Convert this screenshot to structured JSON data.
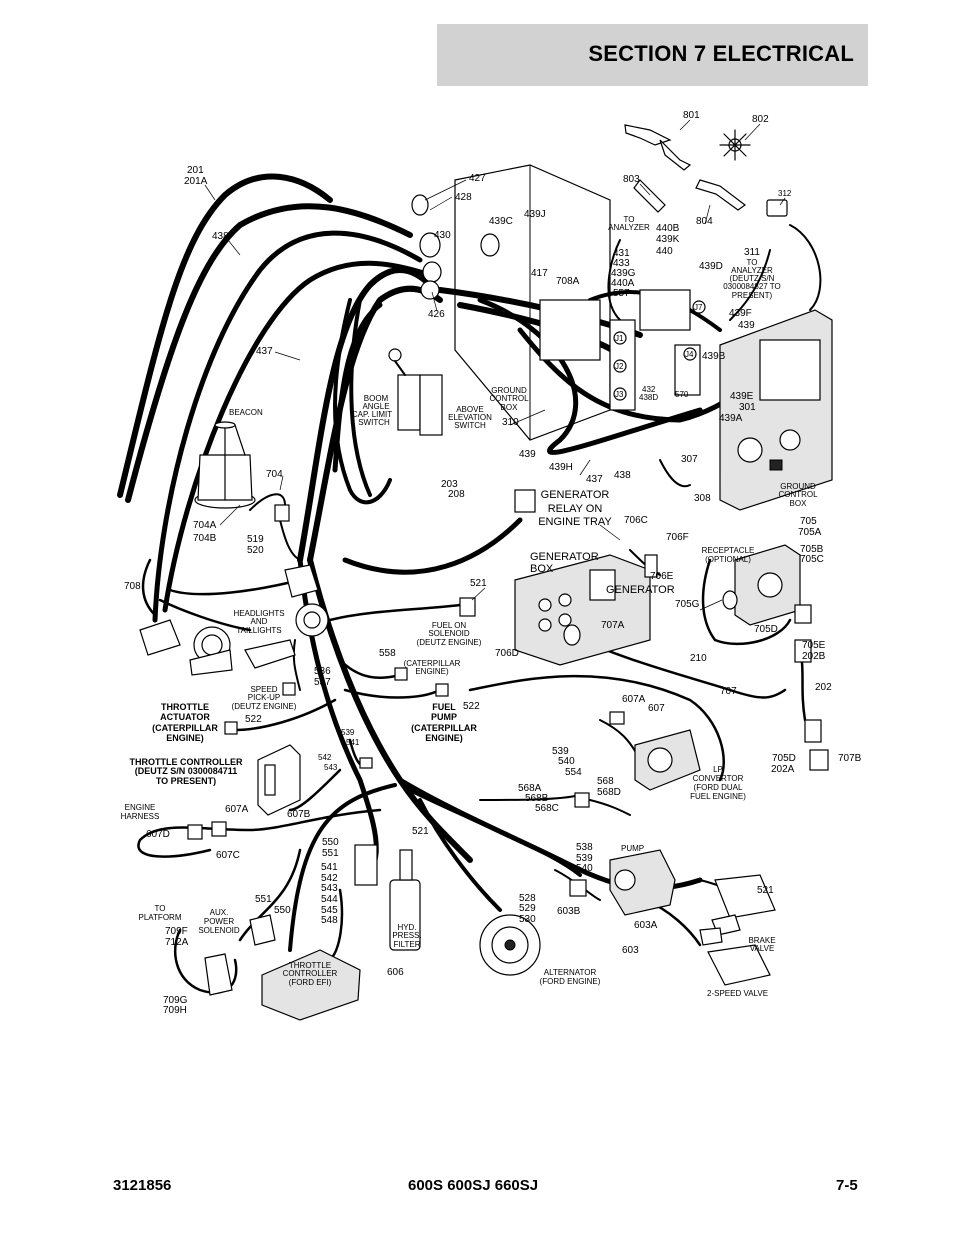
{
  "header": {
    "title": "SECTION 7   ELECTRICAL"
  },
  "footer": {
    "left": "3121856",
    "center": "600S 600SJ 660SJ",
    "right": "7-5"
  },
  "callouts": {
    "c801": "801",
    "c802": "802",
    "c803": "803",
    "c804": "804",
    "c312": "312",
    "c201": "201",
    "c201a": "201A",
    "c427": "427",
    "c428": "428",
    "c438": "438",
    "c439j": "439J",
    "c439c": "439C",
    "c430": "430",
    "c417": "417",
    "c708a": "708A",
    "c426": "426",
    "c437": "437",
    "to_analyzer": "TO\nANALYZER",
    "c440b": "440B",
    "c439k": "439K",
    "c440": "440",
    "c431": "431",
    "c433": "433",
    "c439g": "439G",
    "c440a": "440A",
    "c557": "557",
    "c439d": "439D",
    "c311": "311",
    "to_analyzer_deutz": "TO\nANALYZER\n(DEUTZ S/N\n0300084827 TO\nPRESENT)",
    "c439f": "439F",
    "c439": "439",
    "c439b": "439B",
    "j1": "J1",
    "j2": "J2",
    "j3": "J3",
    "j4": "J4",
    "j7": "J7",
    "c432": "432",
    "c438d": "438D",
    "c570": "570",
    "c439e": "439E",
    "c301": "301",
    "c439a": "439A",
    "boom_angle": "BOOM\nANGLE\nCAP. LIMIT\nSWITCH",
    "above_elev": "ABOVE\nELEVATION\nSWITCH",
    "ground_control_box": "GROUND\nCONTROL\nBOX",
    "c310": "310",
    "c439_2": "439",
    "c439h": "439H",
    "c437_2": "437",
    "c438_2": "438",
    "c307": "307",
    "c308": "308",
    "ground_control_box_2": "GROUND\nCONTROL\nBOX",
    "beacon": "BEACON",
    "c704": "704",
    "c704a": "704A",
    "c704b": "704B",
    "c519": "519",
    "c520": "520",
    "c203": "203",
    "c208": "208",
    "gen_relay": "GENERATOR\nRELAY ON\nENGINE TRAY",
    "c706c": "706C",
    "c706f": "706F",
    "c705": "705",
    "c705a": "705A",
    "receptacle": "RECEPTACLE\n(OPTIONAL)",
    "c705b": "705B",
    "c705c": "705C",
    "gen_box": "GENERATOR\nBOX",
    "c706e": "706E",
    "generator": "GENERATOR",
    "c708": "708",
    "c521": "521",
    "headlights": "HEADLIGHTS\nAND\nTAILLIGHTS",
    "fuel_solenoid": "FUEL ON\nSOLENOID\n(DEUTZ ENGINE)",
    "c705g": "705G",
    "c705d": "705D",
    "c707a": "707A",
    "c706d": "706D",
    "c210": "210",
    "c705e": "705E",
    "c202b": "202B",
    "c202": "202",
    "c558": "558",
    "cat_engine": "(CATERPILLAR\nENGINE)",
    "c536": "536",
    "c537": "537",
    "speed_pickup": "SPEED\nPICK-UP\n(DEUTZ ENGINE)",
    "throttle_act": "THROTTLE\nACTUATOR\n(CATERPILLAR\nENGINE)",
    "c522": "522",
    "fuel_pump": "FUEL\nPUMP\n(CATERPILLAR\nENGINE)",
    "c522_2": "522",
    "c707": "707",
    "c607a": "607A",
    "c607": "607",
    "c539": "539",
    "c541": "541",
    "throttle_ctrl": "THROTTLE CONTROLLER\n(DEUTZ S/N 0300084711\nTO PRESENT)",
    "c542": "542",
    "c543": "543",
    "c539_2": "539",
    "c540": "540",
    "c554": "554",
    "lp_conv": "LP\nCONVERTOR\n(FORD DUAL\nFUEL ENGINE)",
    "c705d_2": "705D",
    "c202a": "202A",
    "c707b": "707B",
    "engine_harness": "ENGINE\nHARNESS",
    "c607a_2": "607A",
    "c607b": "607B",
    "c607d": "607D",
    "c607c": "607C",
    "c568a": "568A",
    "c568b": "568B",
    "c568c": "568C",
    "c568": "568",
    "c568d": "568D",
    "c550": "550",
    "c551": "551",
    "c521_2": "521",
    "c541_2": "541",
    "c542_2": "542",
    "c543_2": "543",
    "c544": "544",
    "c545": "545",
    "c548": "548",
    "c538": "538",
    "c539_3": "539",
    "c540_2": "540",
    "pump": "PUMP",
    "c521_3": "521",
    "to_platform": "TO\nPLATFORM",
    "aux_power": "AUX.\nPOWER\nSOLENOID",
    "c551_2": "551",
    "c550_2": "550",
    "c709f": "709F",
    "c712a": "712A",
    "hyd_filter": "HYD.\nPRESS.\nFILTER",
    "c528": "528",
    "c529": "529",
    "c530": "530",
    "c603b": "603B",
    "c603a": "603A",
    "c603": "603",
    "brake_valve": "BRAKE\nVALVE",
    "throttle_efi": "THROTTLE\nCONTROLLER\n(FORD EFI)",
    "c606": "606",
    "alternator": "ALTERNATOR\n(FORD ENGINE)",
    "two_speed": "2-SPEED VALVE",
    "c709g": "709G",
    "c709h": "709H"
  }
}
